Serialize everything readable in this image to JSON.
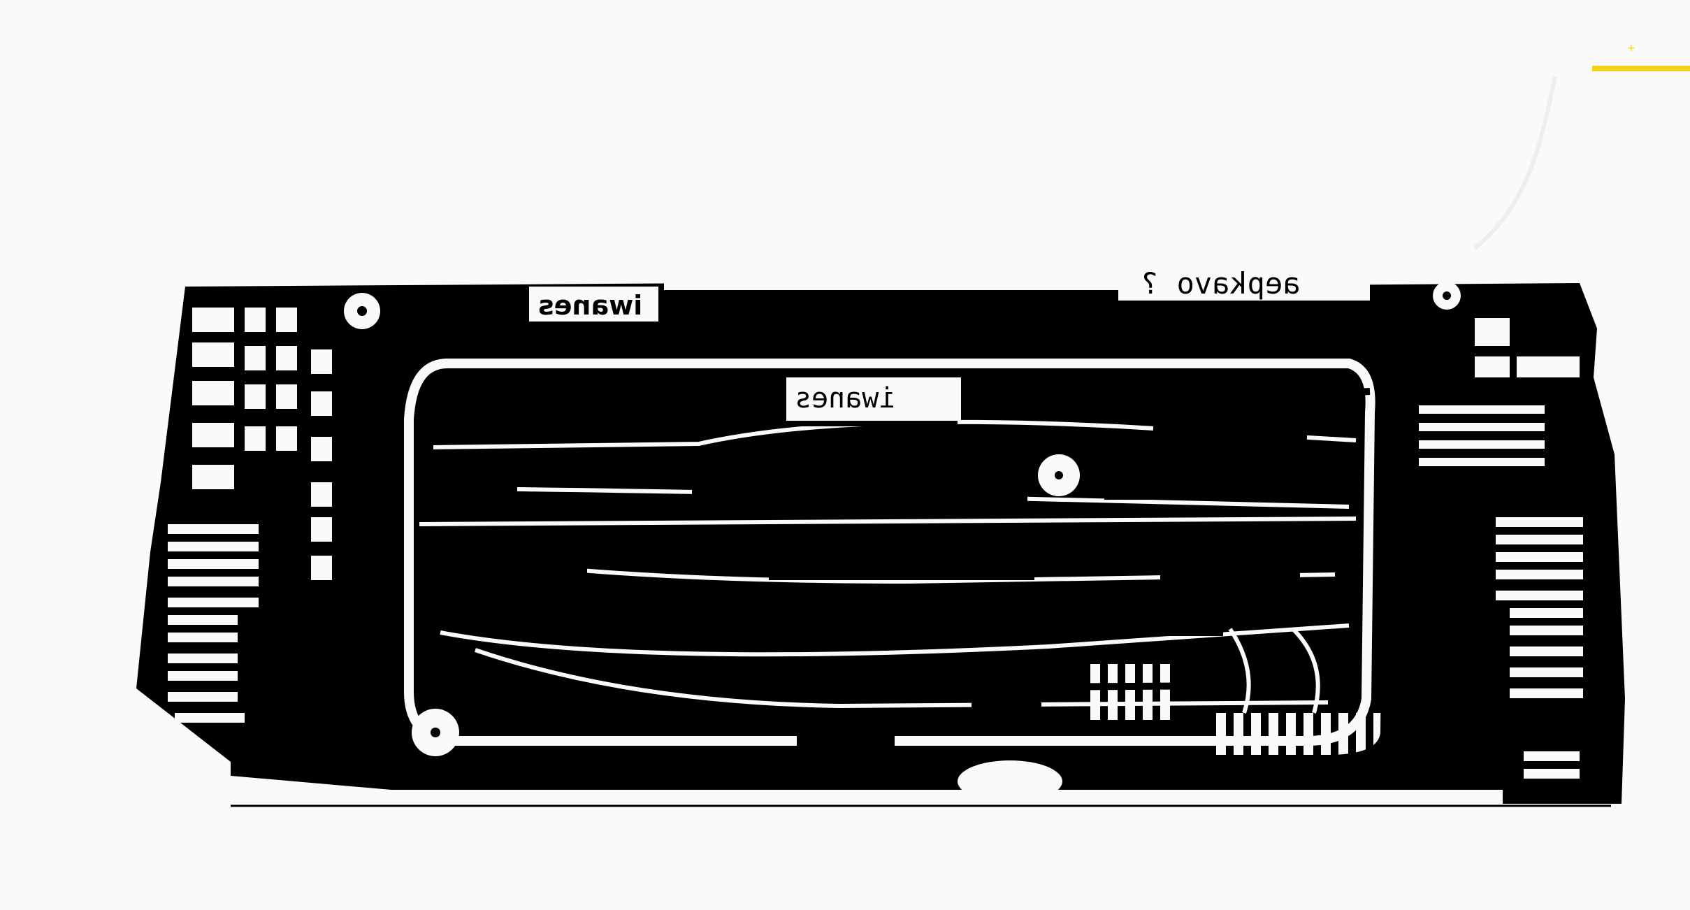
{
  "labels": {
    "top_left": "iwanes",
    "center": "iwanes",
    "top_right": "aepkavo ?",
    "corner_mark": "+"
  },
  "colors": {
    "ink": "#000000",
    "paper": "#fafafa",
    "accent": "#f2d21b"
  }
}
